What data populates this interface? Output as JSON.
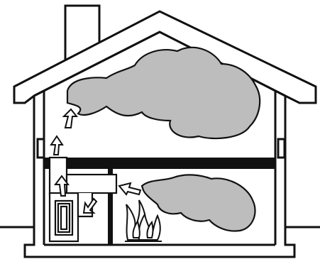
{
  "diagram": {
    "subject": "house-cross-section-smoke-spread",
    "colors": {
      "line": "#111111",
      "smoke": "#bdbdbd",
      "background": "#ffffff",
      "flame": "#ffffff"
    },
    "elements": [
      "chimney",
      "roof",
      "walls",
      "upper-floor-slab",
      "interior-post",
      "fireplace-flames",
      "smoke-cloud-attic",
      "smoke-cloud-lower",
      "heater-duct",
      "airflow-arrows"
    ]
  }
}
